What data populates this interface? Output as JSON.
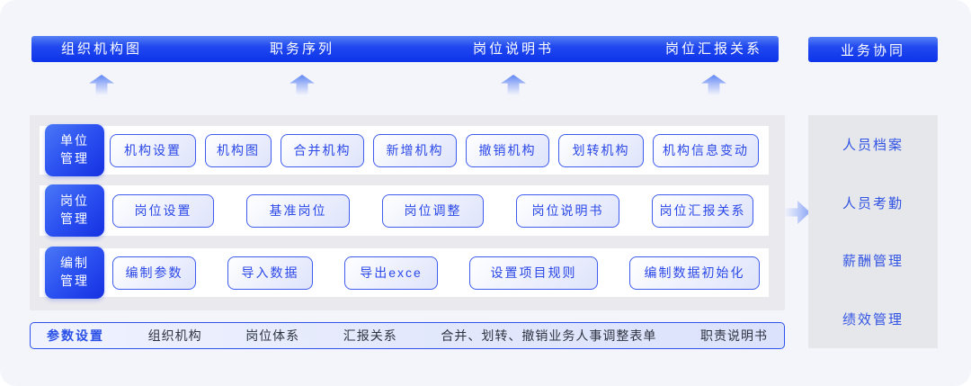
{
  "header": {
    "tabs": [
      "组织机构图",
      "职务序列",
      "岗位说明书",
      "岗位汇报关系"
    ],
    "collab_title": "业务协同"
  },
  "modules": [
    {
      "name_line1": "单位",
      "name_line2": "管理",
      "buttons": [
        "机构设置",
        "机构图",
        "合并机构",
        "新增机构",
        "撤销机构",
        "划转机构",
        "机构信息变动"
      ]
    },
    {
      "name_line1": "岗位",
      "name_line2": "管理",
      "buttons": [
        "岗位设置",
        "基准岗位",
        "岗位调整",
        "岗位说明书",
        "岗位汇报关系"
      ]
    },
    {
      "name_line1": "编制",
      "name_line2": "管理",
      "buttons": [
        "编制参数",
        "导入数据",
        "导出exce",
        "设置项目规则",
        "编制数据初始化"
      ]
    }
  ],
  "collab_items": [
    "人员档案",
    "人员考勤",
    "薪酬管理",
    "绩效管理"
  ],
  "footer": {
    "items": [
      "参数设置",
      "组织机构",
      "岗位体系",
      "汇报关系",
      "合并、划转、撤销业务人事调整表单",
      "职责说明书"
    ]
  },
  "colors": {
    "primary_blue": "#1b44ee",
    "button_border_blue": "#3f5cf0",
    "button_text_blue": "#2b48e8",
    "panel_gray": "#e9e9ee",
    "background": "#f3f5fb",
    "footer_active_blue": "#2a50e8"
  }
}
